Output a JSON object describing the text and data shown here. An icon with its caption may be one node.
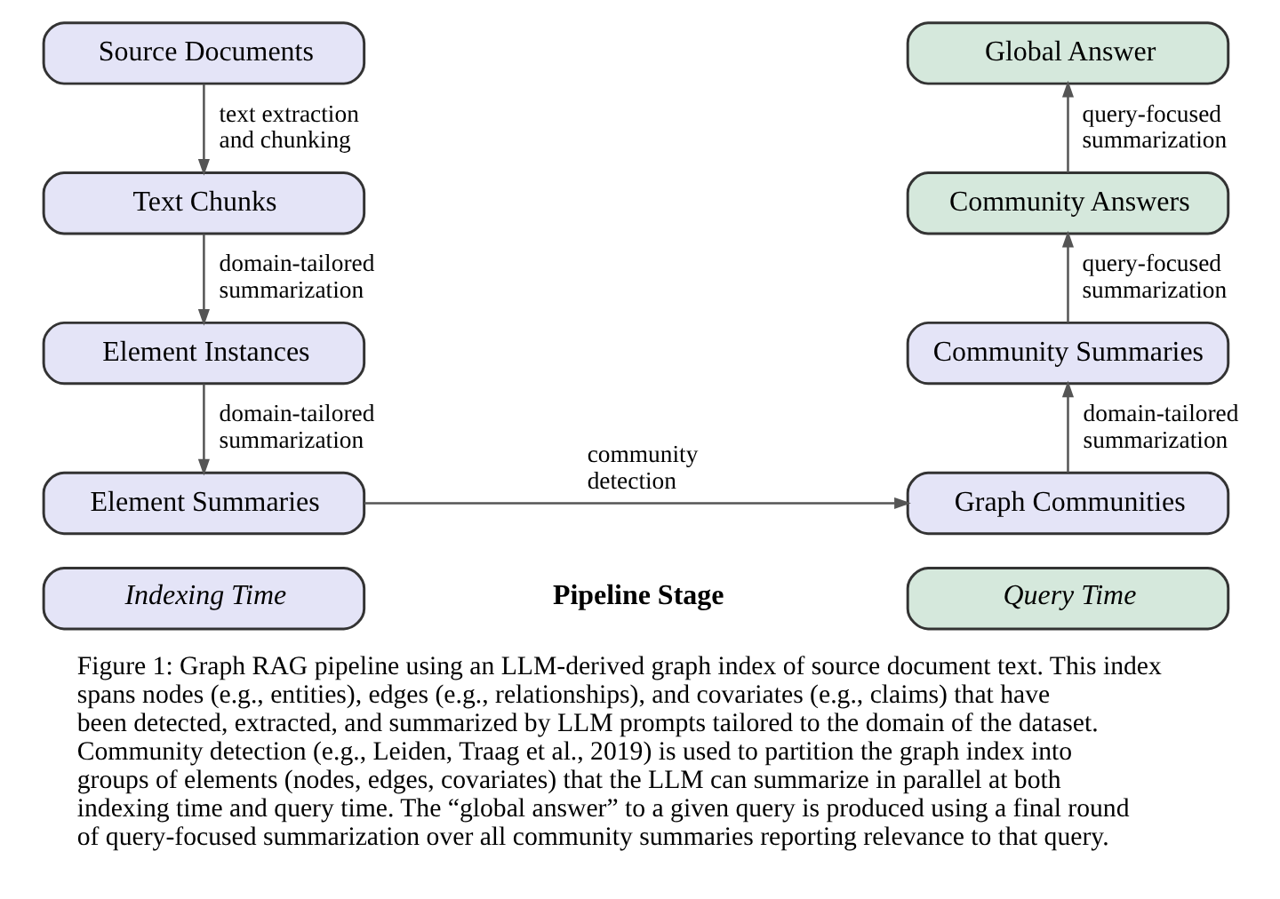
{
  "diagram": {
    "caption": "Figure 1: Graph RAG pipeline using an LLM-derived graph index of source document text. This index spans nodes (e.g., entities), edges (e.g., relationships), and covariates (e.g., claims) that have been detected, extracted, and summarized by LLM prompts tailored to the domain of the dataset. Community detection (e.g., Leiden, Traag et al., 2019) is used to partition the graph index into groups of elements (nodes, edges, covariates) that the LLM can summarize in parallel at both indexing time and query time. The “global answer” to a given query is produced using a final round of query-focused summarization over all community summaries reporting relevance to that query.",
    "nodes": [
      {
        "text": [
          "Source Documents"
        ]
      },
      {
        "text": [
          "Text Chunks"
        ]
      },
      {
        "text": [
          "Element Instances"
        ]
      },
      {
        "text": [
          "Element Summaries"
        ]
      },
      {
        "text": [
          "Global Answer"
        ]
      },
      {
        "text": [
          "Community Answers"
        ]
      },
      {
        "text": [
          "Community Summaries"
        ]
      },
      {
        "text": [
          "Graph Communities"
        ]
      },
      {
        "text": [
          "Indexing Time"
        ]
      },
      {
        "text": [
          "Query Time"
        ]
      }
    ],
    "edges": [
      {
        "from": 0,
        "to": 1,
        "arrow": "to",
        "label": "text extraction and chunking"
      },
      {
        "from": 1,
        "to": 2,
        "arrow": "to",
        "label": "domain-tailored summarization"
      },
      {
        "from": 2,
        "to": 3,
        "arrow": "to",
        "label": "domain-tailored summarization"
      },
      {
        "from": 3,
        "to": 7,
        "arrow": "to",
        "label": "community detection"
      },
      {
        "from": 7,
        "to": 6,
        "arrow": "to",
        "label": "domain-tailored summarization"
      },
      {
        "from": 6,
        "to": 5,
        "arrow": "to",
        "label": "query-focused summarization"
      },
      {
        "from": 5,
        "to": 4,
        "arrow": "to",
        "label": "query-focused summarization"
      }
    ],
    "labels": [
      "Pipeline Stage"
    ]
  }
}
